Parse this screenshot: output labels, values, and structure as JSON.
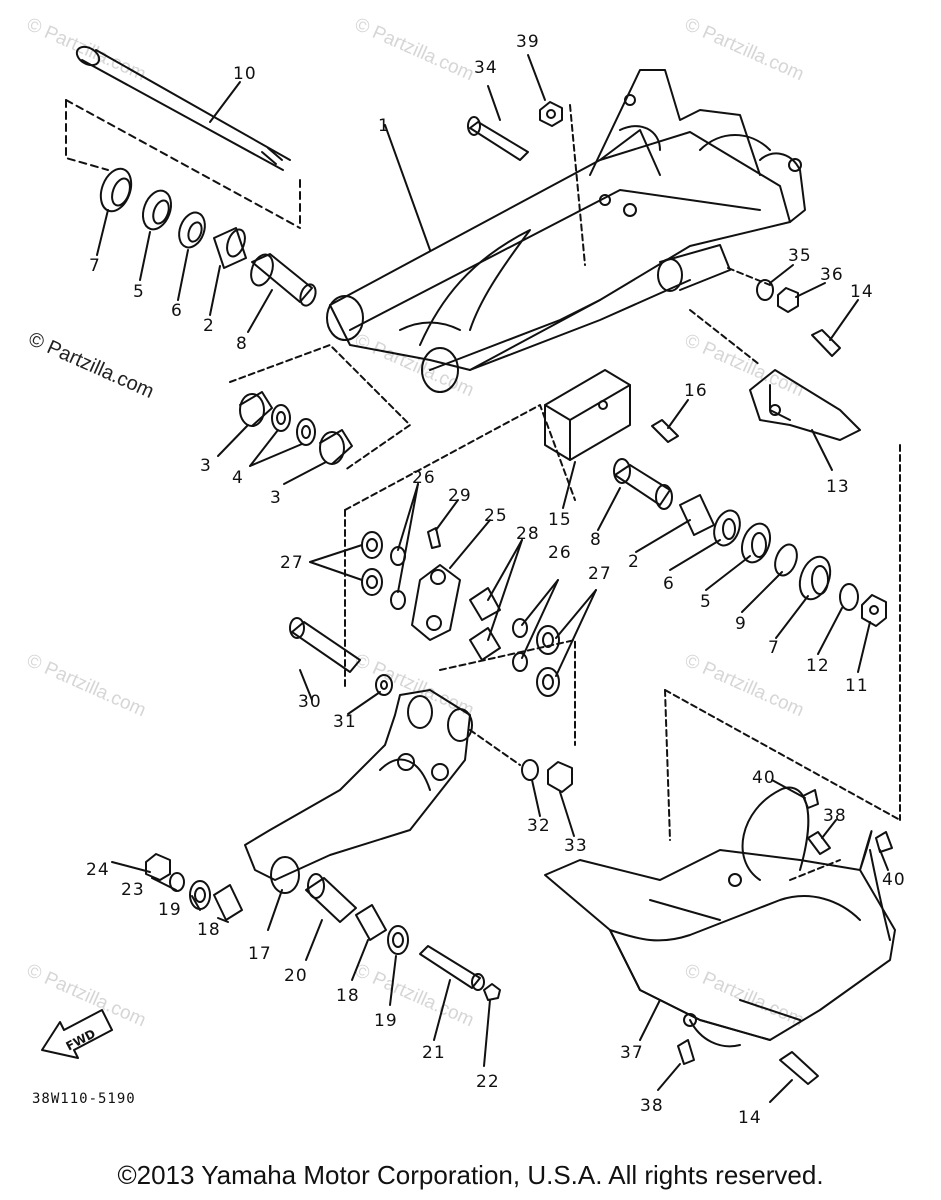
{
  "watermarks": {
    "light_text": "© Partzilla.com",
    "dark_text": "© Partzilla.com"
  },
  "diagram_code": "38W110-5190",
  "fwd_label": "FWD",
  "copyright": "©2013 Yamaha Motor Corporation, U.S.A. All rights reserved.",
  "callouts": {
    "c10": "10",
    "c1": "1",
    "c34": "34",
    "c39": "39",
    "c7": "7",
    "c5a": "5",
    "c6a": "6",
    "c2a": "2",
    "c8a": "8",
    "c35": "35",
    "c36": "36",
    "c14a": "14",
    "c16": "16",
    "c13": "13",
    "c3a": "3",
    "c4": "4",
    "c3b": "3",
    "c15": "15",
    "c26a": "26",
    "c29": "29",
    "c25": "25",
    "c27a": "27",
    "c28": "28",
    "c26b": "26",
    "c27b": "27",
    "c8b": "8",
    "c2b": "2",
    "c6b": "6",
    "c5b": "5",
    "c9": "9",
    "c7b": "7",
    "c12": "12",
    "c11": "11",
    "c30": "30",
    "c31": "31",
    "c32": "32",
    "c33": "33",
    "c40a": "40",
    "c38a": "38",
    "c40b": "40",
    "c24": "24",
    "c23": "23",
    "c19a": "19",
    "c18a": "18",
    "c17": "17",
    "c20": "20",
    "c18b": "18",
    "c19b": "19",
    "c21": "21",
    "c22": "22",
    "c37": "37",
    "c38b": "38",
    "c14b": "14"
  }
}
